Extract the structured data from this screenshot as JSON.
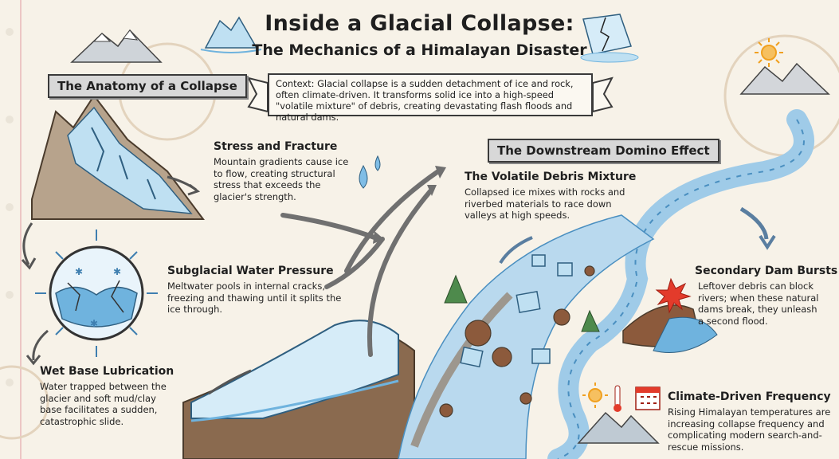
{
  "title": "Inside a Glacial Collapse:",
  "subtitle": "The Mechanics of a Himalayan Disaster",
  "context": "Context: Glacial collapse is a sudden detachment of ice and rock, often climate-driven. It transforms solid ice into a high-speed \"volatile mixture\" of debris, creating devastating flash floods and natural dams.",
  "left_banner": "The Anatomy of a Collapse",
  "right_banner": "The Downstream Domino Effect",
  "sections": {
    "stress": {
      "heading": "Stress and Fracture",
      "body": "Mountain gradients cause ice to flow, creating structural stress that exceeds the glacier's strength."
    },
    "water": {
      "heading": "Subglacial Water Pressure",
      "body": "Meltwater pools in internal cracks, freezing and thawing until it splits the ice through."
    },
    "lubrication": {
      "heading": "Wet Base Lubrication",
      "body": "Water trapped between the glacier and soft mud/clay base facilitates a sudden, catastrophic slide."
    },
    "debris": {
      "heading": "The Volatile Debris Mixture",
      "body": "Collapsed ice mixes with rocks and riverbed materials to race down valleys at high speeds."
    },
    "dams": {
      "heading": "Secondary Dam Bursts",
      "body": "Leftover debris can block rivers; when these natural dams break, they unleash a second flood."
    },
    "climate": {
      "heading": "Climate-Driven Frequency",
      "body": "Rising Himalayan temperatures are increasing collapse frequency and complicating modern search-and-rescue missions."
    }
  },
  "colors": {
    "background": "#f7f2e8",
    "ice": "#bfe0f2",
    "water": "#6fb3de",
    "rock": "#8a6a4f",
    "banner": "#d8d8d8",
    "sun": "#f0a020",
    "flame": "#e33b2b"
  },
  "icons": [
    "mountain-icon",
    "iceberg-icon",
    "broken-ice-icon",
    "sun-icon",
    "water-drop-icon",
    "pine-tree-icon",
    "calendar-icon",
    "thermometer-icon",
    "explosion-icon",
    "arrow-icon"
  ]
}
